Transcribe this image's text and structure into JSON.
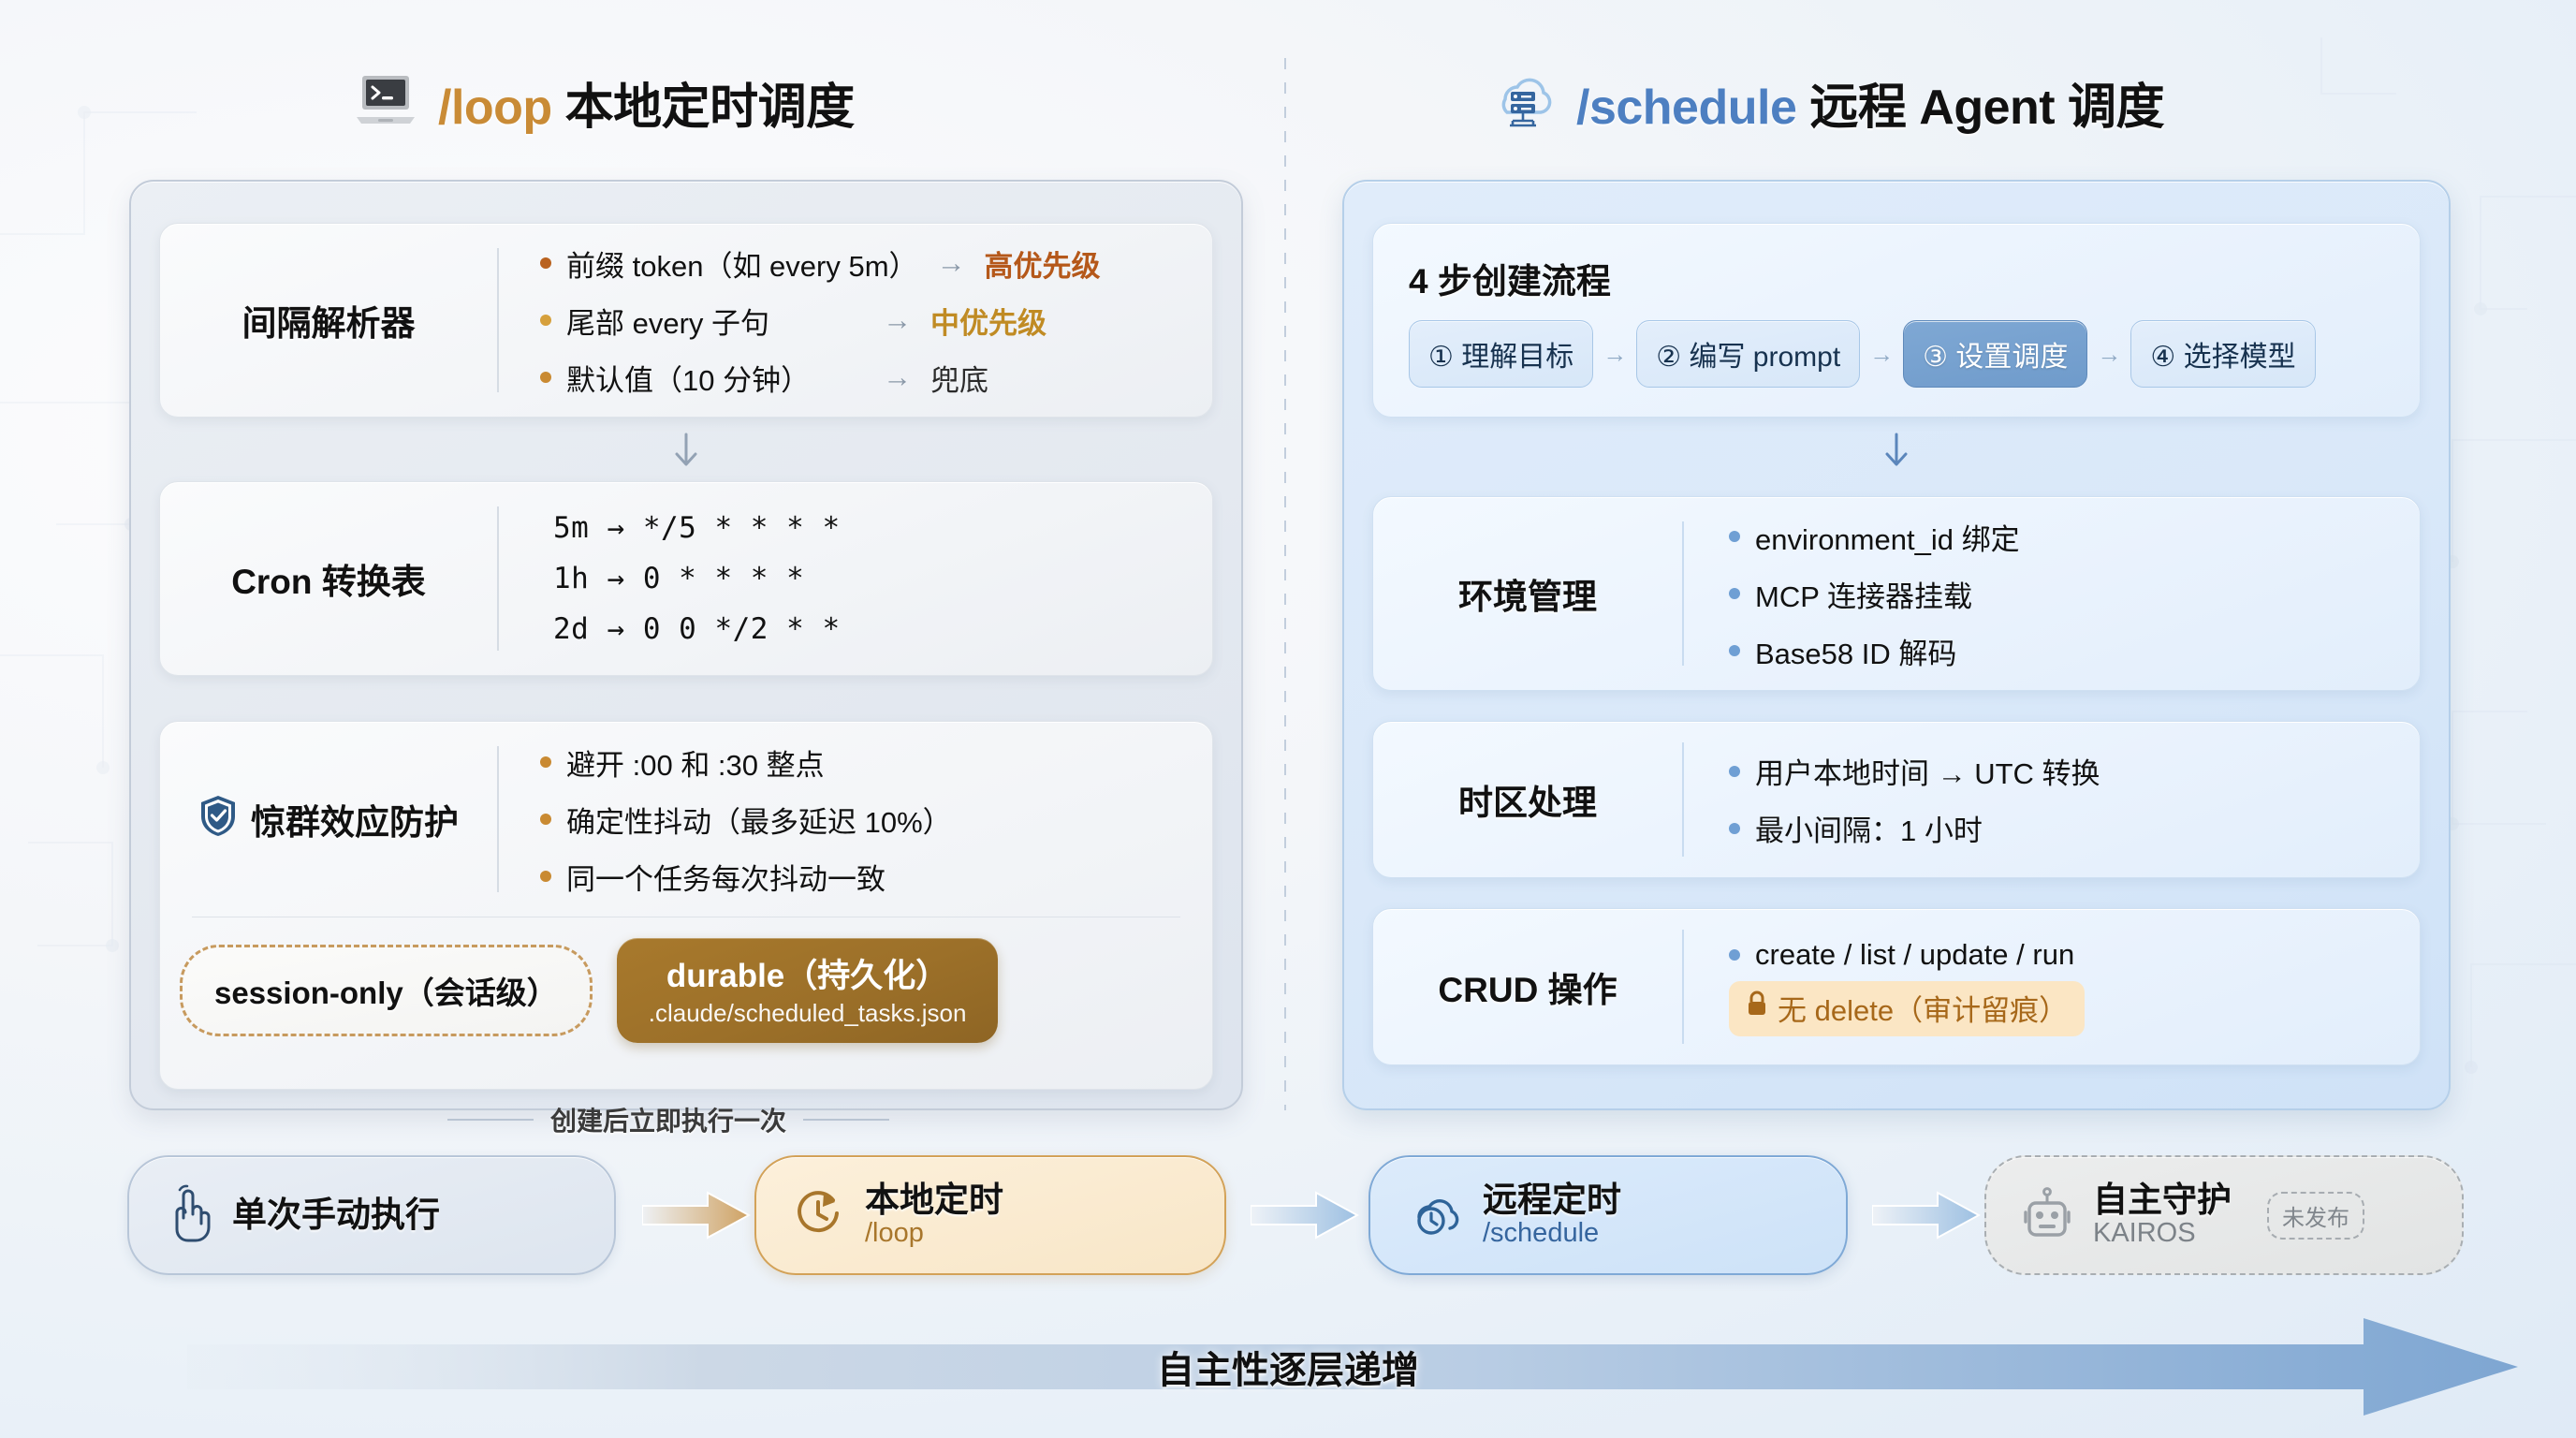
{
  "left": {
    "header": {
      "icon": "laptop-terminal-icon",
      "cmd": "/loop",
      "title": "本地定时调度"
    },
    "cards": [
      {
        "title": "间隔解析器",
        "rows": [
          {
            "text": "前缀 token（如 every 5m）",
            "arrow": "→",
            "result": "高优先级"
          },
          {
            "text": "尾部 every 子句",
            "arrow": "→",
            "result": "中优先级"
          },
          {
            "text": "默认值（10 分钟）",
            "arrow": "→",
            "result": "兜底"
          }
        ]
      },
      {
        "title": "Cron 转换表",
        "rows": [
          "5m → */5 * * * *",
          "1h → 0 * * * *",
          "2d → 0 0 */2 * *"
        ]
      },
      {
        "title": "惊群效应防护",
        "icon": "shield-check-icon",
        "rows": [
          "避开 :00 和 :30 整点",
          "确定性抖动（最多延迟 10%）",
          "同一个任务每次抖动一致"
        ]
      }
    ],
    "pills": {
      "session": "session-only（会话级）",
      "durable_title": "durable（持久化）",
      "durable_path": ".claude/scheduled_tasks.json"
    }
  },
  "right": {
    "header": {
      "icon": "cloud-server-icon",
      "cmd": "/schedule",
      "title": "远程 Agent 调度"
    },
    "flow": {
      "title": "4 步创建流程",
      "steps": [
        {
          "label": "① 理解目标",
          "active": false
        },
        {
          "label": "② 编写 prompt",
          "active": false
        },
        {
          "label": "③ 设置调度",
          "active": true
        },
        {
          "label": "④ 选择模型",
          "active": false
        }
      ],
      "step_arrow": "→"
    },
    "cards": [
      {
        "title": "环境管理",
        "rows": [
          "environment_id 绑定",
          "MCP 连接器挂载",
          "Base58 ID 解码"
        ]
      },
      {
        "title": "时区处理",
        "rows": [
          "用户本地时间 → UTC 转换",
          "最小间隔：1 小时"
        ]
      },
      {
        "title": "CRUD 操作",
        "rows": [
          "create / list / update / run"
        ],
        "tag": "无 delete（审计留痕）",
        "tag_icon": "lock-icon"
      }
    ]
  },
  "connector_label": "创建后立即执行一次",
  "pipeline": {
    "nodes": [
      {
        "icon": "hand-tap-icon",
        "t1": "单次手动执行",
        "t2": "",
        "style": "grey"
      },
      {
        "icon": "clock-refresh-icon",
        "t1": "本地定时",
        "t2": "/loop",
        "style": "amber"
      },
      {
        "icon": "cloud-clock-icon",
        "t1": "远程定时",
        "t2": "/schedule",
        "style": "blue"
      },
      {
        "icon": "robot-icon",
        "t1": "自主守护",
        "t2": "KAIROS",
        "style": "dashed",
        "badge": "未发布"
      }
    ],
    "arrow": "arrow-right-icon"
  },
  "footer": {
    "label": "自主性逐层递增",
    "arrow": "long-arrow-right-icon"
  },
  "colors": {
    "orange": "#c98b36",
    "blue": "#4d7fc1",
    "amber_pill": "#9c7029",
    "step_active": "#6f9bcb"
  }
}
